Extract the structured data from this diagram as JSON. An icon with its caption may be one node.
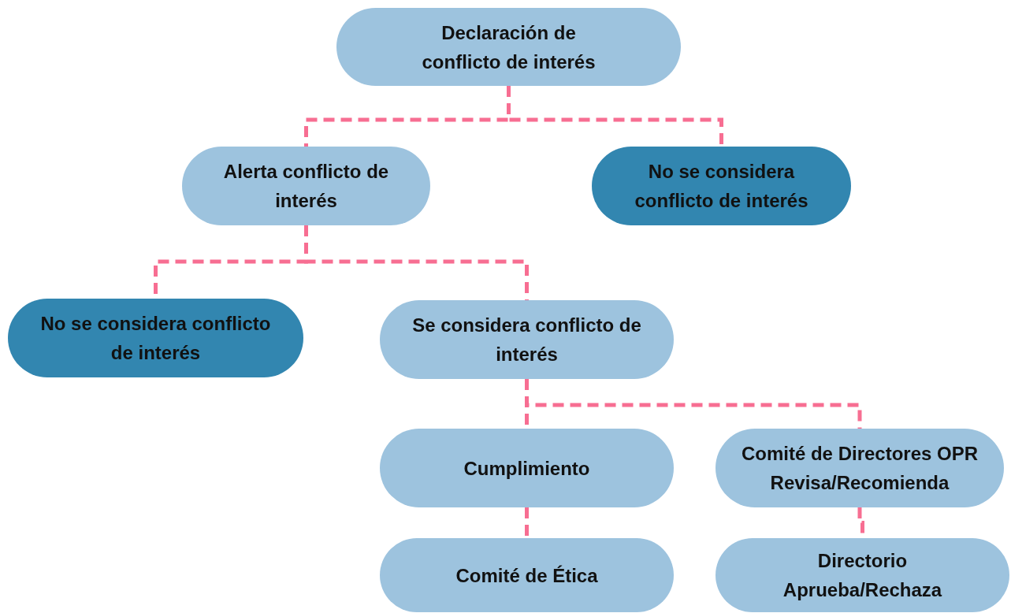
{
  "diagram": {
    "nodes": [
      {
        "text": [
          "Declaración de conflicto de interés"
        ]
      },
      {
        "text": [
          "Alerta conflicto de interés"
        ]
      },
      {
        "text": [
          "No se considera conflicto de interés"
        ]
      },
      {
        "text": [
          "No se considera conflicto de interés"
        ]
      },
      {
        "text": [
          "Se considera conflicto de interés"
        ]
      },
      {
        "text": [
          "Cumplimiento"
        ]
      },
      {
        "text": [
          "Comité de Directores OPR Revisa/Recomienda"
        ]
      },
      {
        "text": [
          "Comité de Ética"
        ]
      },
      {
        "text": [
          "Directorio Aprueba/Rechaza"
        ]
      }
    ],
    "edges": [
      {
        "from": 0,
        "to": 1,
        "arrow": "none",
        "style": "dashed"
      },
      {
        "from": 0,
        "to": 2,
        "arrow": "none",
        "style": "dashed"
      },
      {
        "from": 1,
        "to": 3,
        "arrow": "none",
        "style": "dashed"
      },
      {
        "from": 1,
        "to": 4,
        "arrow": "none",
        "style": "dashed"
      },
      {
        "from": 4,
        "to": 5,
        "arrow": "none",
        "style": "dashed"
      },
      {
        "from": 4,
        "to": 6,
        "arrow": "none",
        "style": "dashed"
      },
      {
        "from": 5,
        "to": 7,
        "arrow": "none",
        "style": "dashed"
      },
      {
        "from": 6,
        "to": 8,
        "arrow": "none",
        "style": "dashed"
      }
    ]
  }
}
